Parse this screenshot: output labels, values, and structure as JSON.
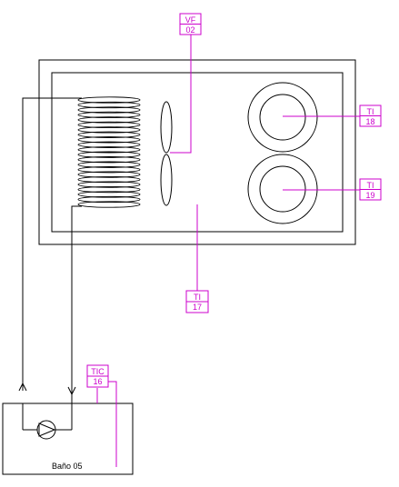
{
  "colors": {
    "line": "#000000",
    "instrument": "#cc00cc"
  },
  "instruments": [
    {
      "id": "vf02",
      "letters": "VF",
      "number": "02"
    },
    {
      "id": "ti18",
      "letters": "TI",
      "number": "18"
    },
    {
      "id": "ti19",
      "letters": "TI",
      "number": "19"
    },
    {
      "id": "ti17",
      "letters": "TI",
      "number": "17"
    },
    {
      "id": "tic16",
      "letters": "TIC",
      "number": "16"
    }
  ],
  "bath": {
    "label": "Baño 05"
  }
}
